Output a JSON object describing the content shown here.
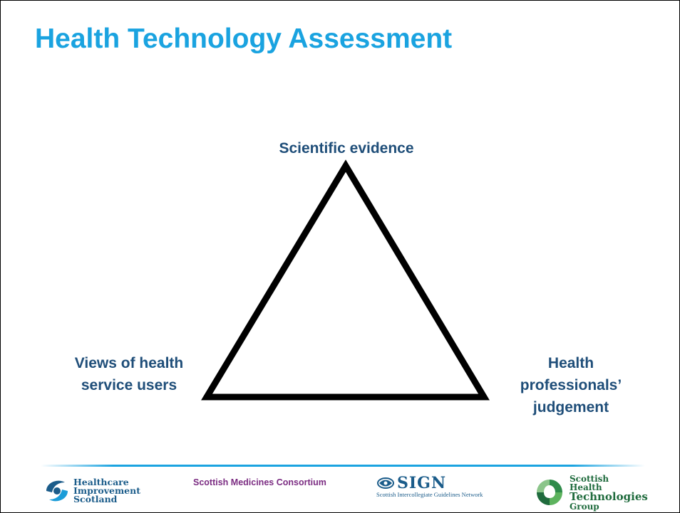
{
  "slide": {
    "title": "Health Technology Assessment",
    "labels": {
      "top": "Scientific evidence",
      "left": [
        "Views of health",
        "service users"
      ],
      "right": [
        "Health",
        "professionals’",
        "judgement"
      ]
    }
  },
  "footer": {
    "hc_logo": [
      "Healthcare",
      "Improvement",
      "Scotland"
    ],
    "smc": "Scottish Medicines Consortium",
    "sign": {
      "name": "SIGN",
      "subtitle": "Scottish Intercollegiate Guidelines Network"
    },
    "sht_logo": [
      "Scottish",
      "Health",
      "Technologies",
      "Group"
    ]
  },
  "colors": {
    "title": "#1aa3e0",
    "labels": "#1f4e79",
    "footer_line": "#1aa3e0",
    "smc": "#7b2c82",
    "sht": "#1f6b3d"
  },
  "icons": [
    "healthcare-improvement-scotland-logo-icon",
    "sign-thistle-icon",
    "sht-group-logo-icon"
  ]
}
